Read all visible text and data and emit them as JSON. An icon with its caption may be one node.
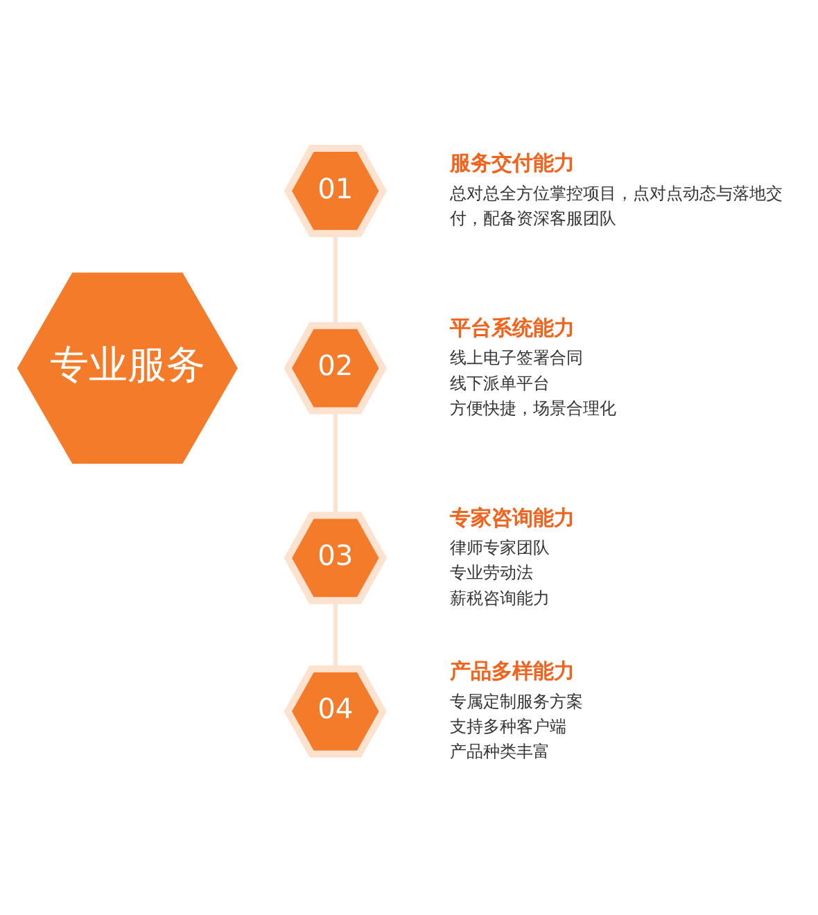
{
  "diagram": {
    "nodes": [
      {
        "text": [
          "专业服务"
        ]
      },
      {
        "text": [
          "01"
        ],
        "beside": [
          "服务交付能力",
          "总对总全方位掌控项目，点对点动态与落地交付，配备资深客服团队"
        ]
      },
      {
        "text": [
          "02"
        ],
        "beside": [
          "平台系统能力",
          "线上电子签署合同",
          "线下派单平台",
          "方便快捷，场景合理化"
        ]
      },
      {
        "text": [
          "03"
        ],
        "beside": [
          "专家咨询能力",
          "律师专家团队",
          "专业劳动法",
          "薪税咨询能力"
        ]
      },
      {
        "text": [
          "04"
        ],
        "beside": [
          "产品多样能力",
          "专属定制服务方案",
          "支持多种客户端",
          "产品种类丰富"
        ]
      }
    ],
    "edges": [
      {
        "from": 1,
        "to": 2,
        "arrow": "none"
      },
      {
        "from": 2,
        "to": 3,
        "arrow": "none"
      },
      {
        "from": 3,
        "to": 4,
        "arrow": "none"
      }
    ]
  }
}
